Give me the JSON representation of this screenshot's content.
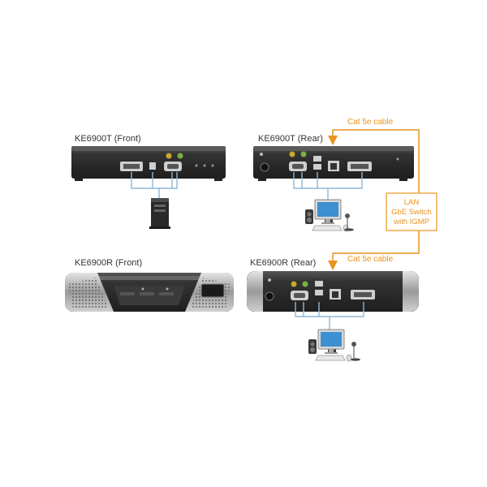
{
  "labels": {
    "tx_front": "KE6900T (Front)",
    "tx_rear": "KE6900T (Rear)",
    "rx_front": "KE6900R (Front)",
    "rx_rear": "KE6900R (Rear)"
  },
  "cables": {
    "top": "Cat 5e cable",
    "bottom": "Cat 5e cable"
  },
  "switch": {
    "line1": "LAN",
    "line2": "GbE Switch",
    "line3": "with IGMP"
  },
  "colors": {
    "cable": "#e8931e",
    "unit_body": "#2e2e2e",
    "unit_top": "#4a4a4a",
    "wire": "#8fb7d6"
  },
  "icons": {
    "pc": "pc-tower-icon",
    "monitor": "monitor-icon",
    "keyboard": "keyboard-icon",
    "mouse": "mouse-icon",
    "speakers": "speaker-icon",
    "microphone": "microphone-icon"
  }
}
